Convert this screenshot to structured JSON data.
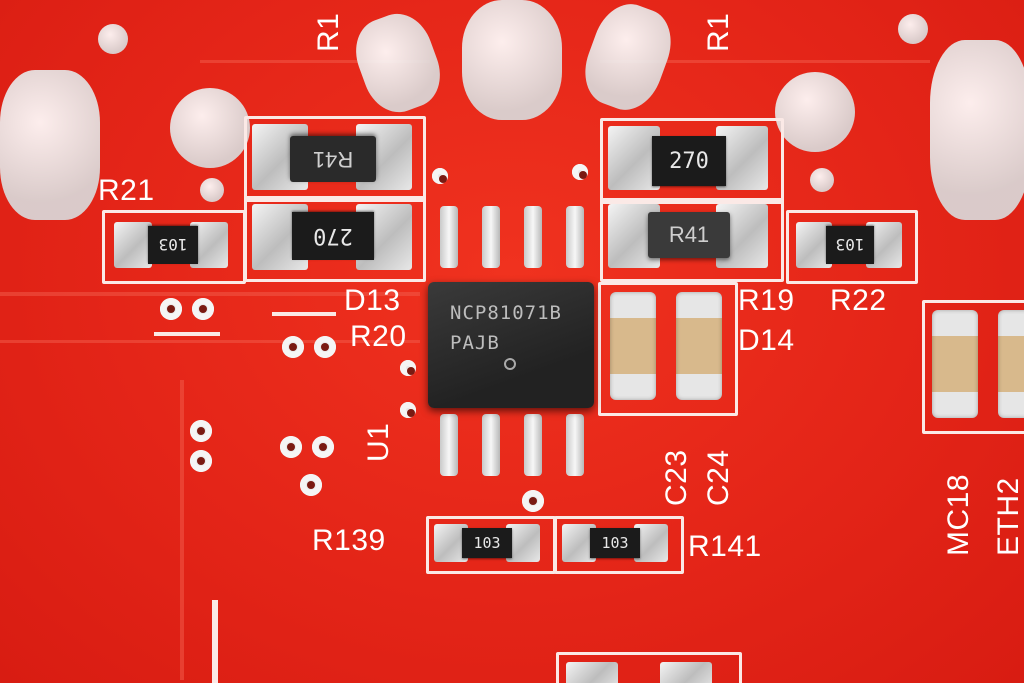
{
  "silkscreen": {
    "r21": "R21",
    "d13": "D13",
    "r20": "R20",
    "u1": "U1",
    "r19": "R19",
    "r22": "R22",
    "d14": "D14",
    "c23": "C23",
    "c24": "C24",
    "r139": "R139",
    "r141": "R141",
    "mc18": "MC18",
    "eth2": "ETH2",
    "r1_left": "R1",
    "r1_right": "R1"
  },
  "chip": {
    "line1": "NCP81071B",
    "line2": "PAJB"
  },
  "components": {
    "res_left_top": "R41",
    "res_left_mid": "270",
    "res_r21": "103",
    "res_right_top": "270",
    "res_right_mid": "R41",
    "res_r22": "103",
    "res_r139": "103",
    "res_r141": "103"
  },
  "colors": {
    "board": "#e8251c",
    "silk": "#ffffff",
    "chip": "#2a2a2a"
  }
}
